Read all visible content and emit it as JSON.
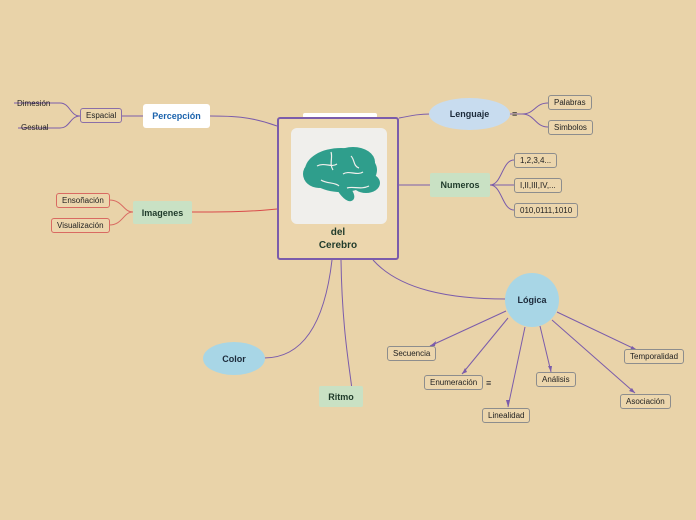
{
  "center": {
    "title_line1": "del",
    "title_line2": "Cerebro",
    "image_icon": "brain-icon",
    "color": "#2f9e8c"
  },
  "nodes": {
    "percepcion": "Percepción",
    "espacial": "Espacial",
    "dimesion": "Dimesión",
    "gestual": "Gestual",
    "imagenes": "Imagenes",
    "ensonacion": "Ensoñación",
    "visualizacion": "Visualización",
    "color": "Color",
    "ritmo": "Ritmo",
    "lenguaje": "Lenguaje",
    "palabras": "Palabras",
    "simbolos": "Simbolos",
    "numeros": "Numeros",
    "num1": "1,2,3,4...",
    "num2": "I,II,III,IV,...",
    "num3": "010,0111,1010",
    "logica": "Lógica",
    "secuencia": "Secuencia",
    "enumeracion": "Enumeración",
    "linealidad": "Linealidad",
    "analisis": "Análisis",
    "asociacion": "Asociación",
    "temporalidad": "Temporalidad"
  },
  "icons": {
    "notes": "list-icon"
  },
  "colors": {
    "background": "#e9d3a9",
    "link": "#7b5cab",
    "link_red": "#d94a4a",
    "accent_blue": "#1b63ad"
  }
}
